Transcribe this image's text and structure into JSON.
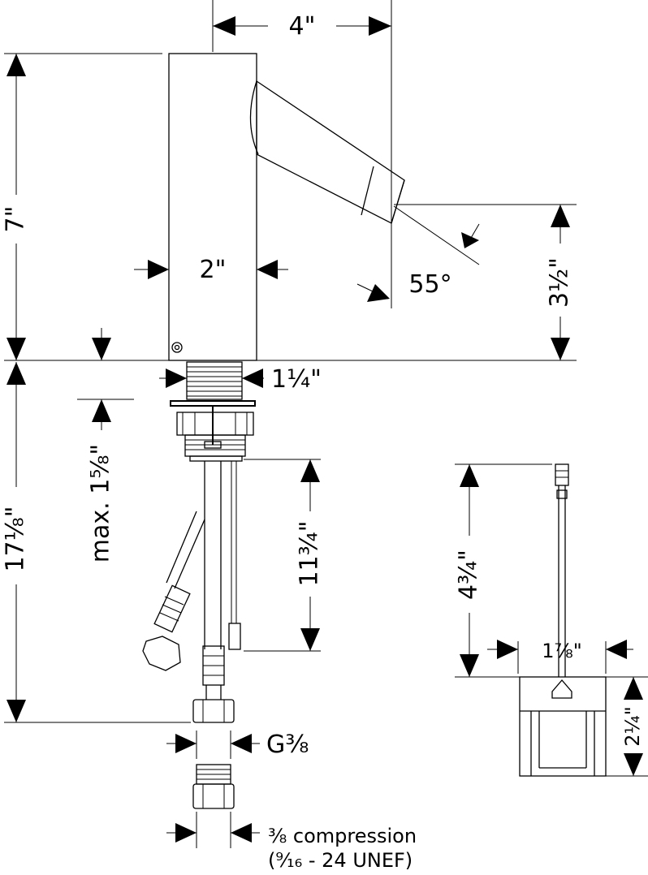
{
  "dimensions": {
    "width_top": "4\"",
    "height_body": "7\"",
    "body_width": "2\"",
    "spout_angle": "55°",
    "spout_height": "3½\"",
    "shank_diameter": "1¼\"",
    "max_deck": "max. 1⅝\"",
    "total_below": "17⅛\"",
    "hose_length": "11¾\"",
    "thread": "G⅜",
    "compression_line1": "⅜ compression",
    "compression_line2": "(⁹⁄₁₆ - 24 UNEF)",
    "box_cable": "4¾\"",
    "box_width": "1⅞\"",
    "box_height": "2¼\""
  }
}
